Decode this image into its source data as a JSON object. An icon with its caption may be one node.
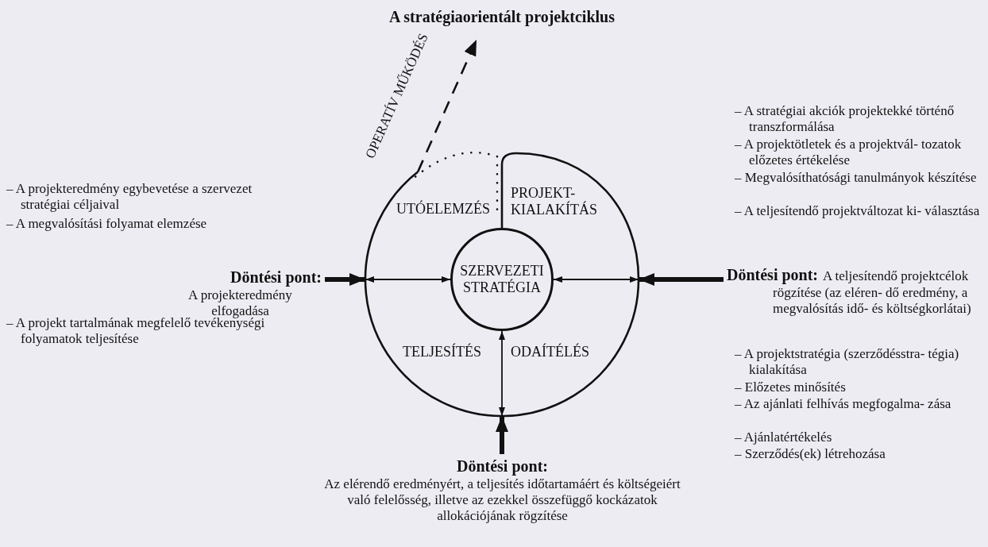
{
  "diagram": {
    "title": "A stratégiaorientált projektciklus",
    "nodes": [
      {
        "text": [
          "UTÓELEMZÉS",
          "PROJEKT- KIALAKÍTÁS",
          "TELJESÍTÉS",
          "ODAÍTÉLÉS"
        ]
      },
      {
        "text": [
          "SZERVEZETI STRATÉGIA"
        ],
        "in": 0
      },
      {
        "text": [
          "Döntési pont:",
          "A projekteredmény elfogadása"
        ]
      },
      {
        "text": [
          "Döntési pont:",
          "A teljesítendő projektcélok rögzítése (az eléren- dő eredmény, a megvalósítás idő- és költségkorlátai)"
        ]
      },
      {
        "text": [
          "Döntési pont:",
          "Az elérendő eredményért, a teljesítés időtartamáért és költségeiért való felelősség, illetve az ezekkel összefüggő kockázatok allokációjának rögzítése"
        ]
      }
    ],
    "edges": [
      {
        "from": 2,
        "to": 0,
        "arrow": "to",
        "style": "thick"
      },
      {
        "from": 3,
        "to": 0,
        "arrow": "to",
        "style": "thick"
      },
      {
        "from": 4,
        "to": 0,
        "arrow": "to",
        "style": "thick"
      },
      {
        "from": 1,
        "to": 0,
        "arrow": "both"
      },
      {
        "from": 1,
        "to": 0,
        "arrow": "both"
      },
      {
        "from": 1,
        "to": 0,
        "arrow": "both"
      },
      {
        "from": 0,
        "to": null,
        "arrow": "to",
        "style": "dashed",
        "label": "OPERATÍV MŰKÖDÉS"
      }
    ],
    "labels": [
      "– A stratégiai akciók projektekké történő transzformálása",
      "– A projektötletek és a projektvál- tozatok előzetes értékelése",
      "– Megvalósíthatósági tanulmányok készítése",
      "– A teljesítendő projektváltozat ki- választása",
      "– A projekteredmény egybevetése a szervezet stratégiai céljaival",
      "– A megvalósítási folyamat elemzése",
      "– A projekt tartalmának megfelelő tevékenységi folyamatok teljesítése",
      "– A projektstratégia (szerződésstra- tégia) kialakítása",
      "– Előzetes minősítés",
      "– Az ajánlati felhívás megfogalma- zása",
      "– Ajánlatértékelés",
      "– Szerződés(ek) létrehozása"
    ]
  }
}
